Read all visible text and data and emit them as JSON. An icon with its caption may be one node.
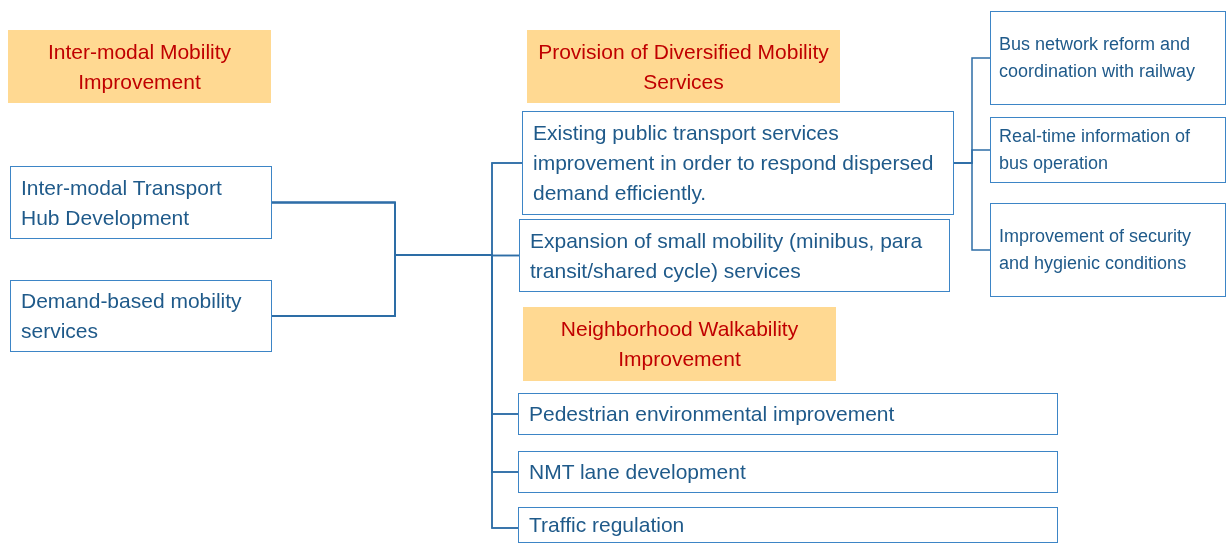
{
  "diagram": {
    "nodes": [
      {
        "text": [
          "Inter-modal Mobility Improvement"
        ]
      },
      {
        "text": [
          "Provision of Diversified Mobility Services"
        ]
      },
      {
        "text": [
          "Bus network reform and coordination with railway"
        ]
      },
      {
        "text": [
          "Existing public transport services improvement in order to respond dispersed demand efficiently."
        ]
      },
      {
        "text": [
          "Real-time information of bus operation"
        ]
      },
      {
        "text": [
          "Inter-modal Transport Hub Development"
        ]
      },
      {
        "text": [
          "Improvement of security and hygienic conditions"
        ]
      },
      {
        "text": [
          "Expansion of small mobility (minibus, para transit/shared cycle) services"
        ]
      },
      {
        "text": [
          "Demand-based mobility services"
        ]
      },
      {
        "text": [
          "Neighborhood Walkability Improvement"
        ]
      },
      {
        "text": [
          "Pedestrian environmental improvement"
        ]
      },
      {
        "text": [
          "NMT lane development"
        ]
      },
      {
        "text": [
          "Traffic regulation"
        ]
      }
    ],
    "edges": [
      {
        "from": 5,
        "to": 3,
        "arrow": "none"
      },
      {
        "from": 5,
        "to": 7,
        "arrow": "none"
      },
      {
        "from": 5,
        "to": 10,
        "arrow": "none"
      },
      {
        "from": 5,
        "to": 11,
        "arrow": "none"
      },
      {
        "from": 5,
        "to": 12,
        "arrow": "none"
      },
      {
        "from": 8,
        "to": 3,
        "arrow": "none"
      },
      {
        "from": 8,
        "to": 7,
        "arrow": "none"
      },
      {
        "from": 8,
        "to": 10,
        "arrow": "none"
      },
      {
        "from": 8,
        "to": 11,
        "arrow": "none"
      },
      {
        "from": 8,
        "to": 12,
        "arrow": "none"
      },
      {
        "from": 3,
        "to": 2,
        "arrow": "none"
      },
      {
        "from": 3,
        "to": 4,
        "arrow": "none"
      },
      {
        "from": 3,
        "to": 6,
        "arrow": "none"
      }
    ]
  }
}
